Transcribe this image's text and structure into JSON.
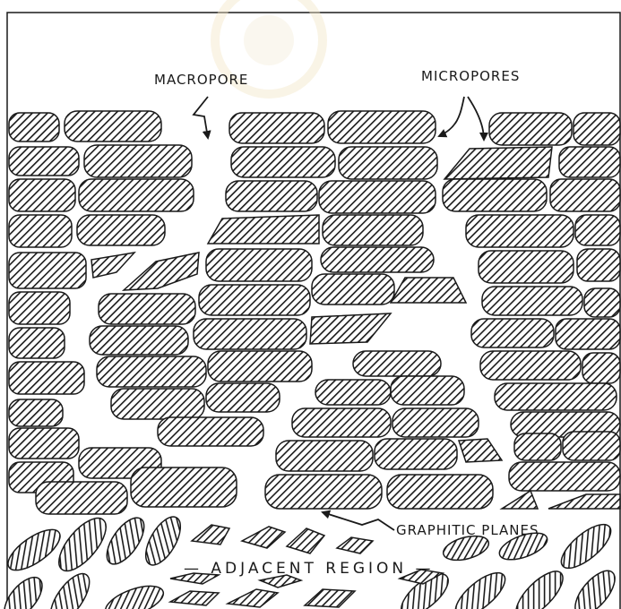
{
  "figure": {
    "labels": {
      "macropore": "MACROPORE",
      "micropores": "MICROPORES",
      "graphitic_planes": "GRAPHITIC PLANES",
      "adjacent_region": "— ADJACENT REGION —"
    },
    "colors": {
      "ink": "#1a1a1a",
      "paper": "#ffffff",
      "watermark": "#f3e7c8"
    }
  }
}
